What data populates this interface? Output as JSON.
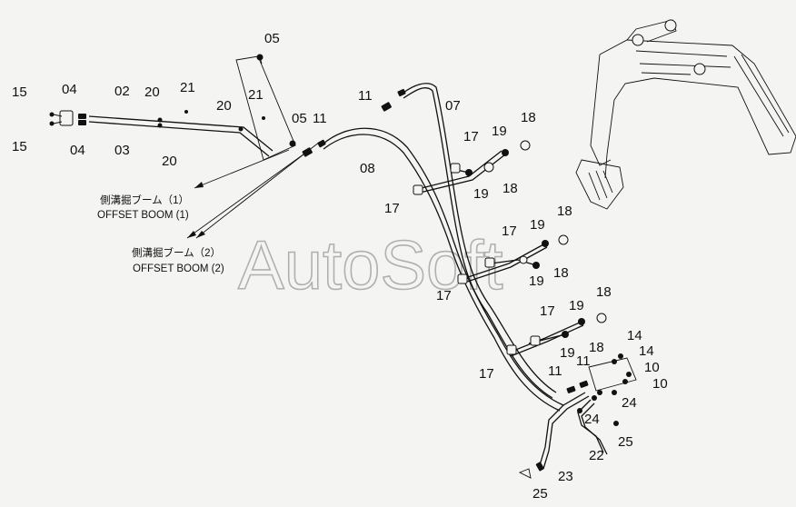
{
  "watermark": "AutoSoft",
  "captions": {
    "offset1_jp": "側溝掘ブーム（1）",
    "offset1_en": "OFFSET BOOM (1)",
    "offset2_jp": "側溝掘ブーム（2）",
    "offset2_en": "OFFSET BOOM (2)"
  },
  "part_labels": [
    "05",
    "15",
    "04",
    "02",
    "20",
    "21",
    "15",
    "04",
    "03",
    "20",
    "20",
    "21",
    "05",
    "11",
    "11",
    "07",
    "08",
    "19",
    "18",
    "17",
    "19",
    "18",
    "17",
    "19",
    "18",
    "17",
    "19",
    "18",
    "17",
    "19",
    "18",
    "17",
    "19",
    "18",
    "17",
    "14",
    "14",
    "11",
    "11",
    "10",
    "10",
    "24",
    "24",
    "22",
    "25",
    "23",
    "25"
  ]
}
